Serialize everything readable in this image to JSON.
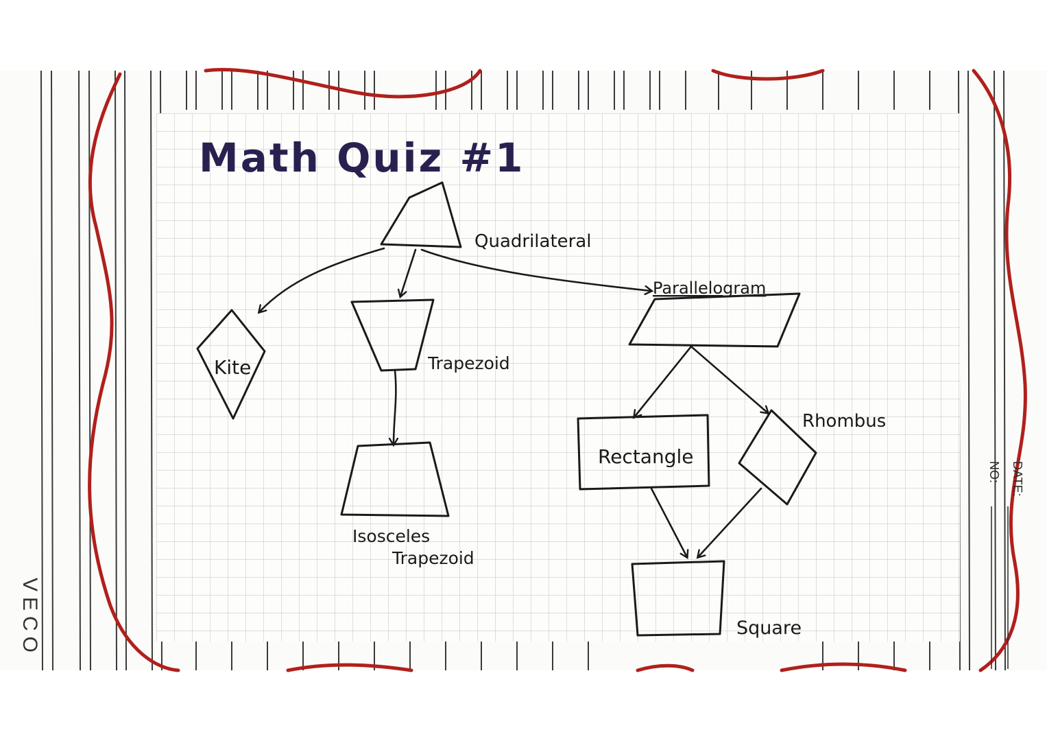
{
  "title": "Math Quiz #1",
  "shapes": {
    "quadrilateral": "Quadrilateral",
    "kite": "Kite",
    "trapezoid": "Trapezoid",
    "isosceles_trapezoid_line1": "Isosceles",
    "isosceles_trapezoid_line2": "Trapezoid",
    "parallelogram": "Parallelogram",
    "rectangle": "Rectangle",
    "rhombus": "Rhombus",
    "square": "Square"
  },
  "margin": {
    "date_label": "DATE:",
    "no_label": "NO:",
    "brand": "VECO"
  },
  "colors": {
    "border_red": "#b0201c",
    "ink": "#1a1a1a",
    "title_ink": "#2a2050",
    "grid": "#c9c9c9",
    "lines": "#3a3a3a"
  }
}
